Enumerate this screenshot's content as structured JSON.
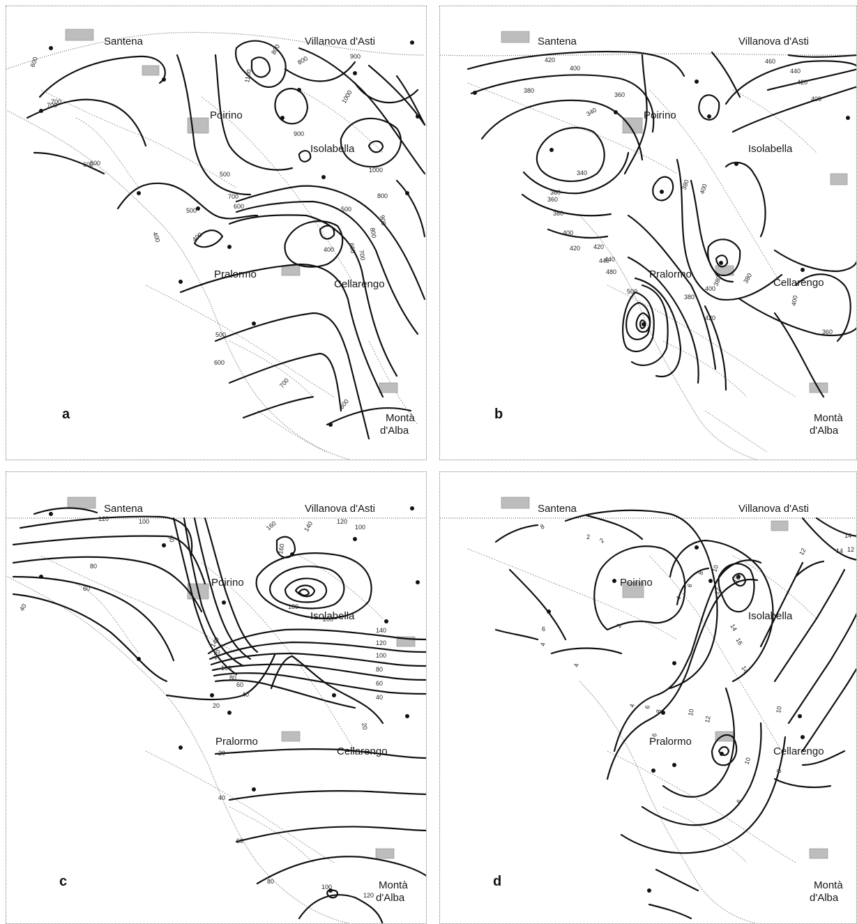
{
  "figure": {
    "panels": [
      {
        "id": "a",
        "letter": "a",
        "places": [
          "Santena",
          "Villanova d'Asti",
          "Poirino",
          "Isolabella",
          "Pralormo",
          "Cellarengo",
          "Montà",
          "d'Alba"
        ],
        "contour_labels": [
          "600",
          "700",
          "600",
          "500",
          "400",
          "400",
          "1100",
          "800",
          "900",
          "1000",
          "900",
          "800",
          "700",
          "600",
          "500",
          "1000",
          "600",
          "700",
          "800",
          "900",
          "500",
          "600",
          "700",
          "800",
          "500",
          "600",
          "700",
          "800",
          "400"
        ]
      },
      {
        "id": "b",
        "letter": "b",
        "places": [
          "Santena",
          "Villanova d'Asti",
          "Poirino",
          "Isolabella",
          "Pralormo",
          "Cellarengo",
          "Montà",
          "d'Alba"
        ],
        "contour_labels": [
          "420",
          "400",
          "380",
          "360",
          "340",
          "360",
          "380",
          "400",
          "420",
          "440",
          "460",
          "440",
          "420",
          "400",
          "340",
          "360",
          "380",
          "400",
          "420",
          "440",
          "480",
          "500",
          "380",
          "360",
          "380",
          "400",
          "420",
          "380",
          "400"
        ]
      },
      {
        "id": "c",
        "letter": "c",
        "places": [
          "Santena",
          "Villanova d'Asti",
          "Poirino",
          "Isolabella",
          "Pralormo",
          "Cellarengo",
          "Montà",
          "d'Alba"
        ],
        "contour_labels": [
          "120",
          "100",
          "80",
          "80",
          "60",
          "40",
          "160",
          "140",
          "120",
          "100",
          "160",
          "180",
          "200",
          "140",
          "120",
          "100",
          "80",
          "60",
          "40",
          "140",
          "120",
          "100",
          "80",
          "60",
          "40",
          "20",
          "20",
          "20",
          "40",
          "60",
          "80",
          "100",
          "120"
        ]
      },
      {
        "id": "d",
        "letter": "d",
        "places": [
          "Santena",
          "Villanova d'Asti",
          "Poirino",
          "Isolabella",
          "Pralormo",
          "Cellarengo",
          "Montà",
          "d'Alba"
        ],
        "contour_labels": [
          "8",
          "6",
          "2",
          "4",
          "2",
          "4",
          "6",
          "8",
          "10",
          "12",
          "14",
          "16",
          "18",
          "14",
          "12",
          "10",
          "8",
          "6",
          "4",
          "6",
          "10",
          "12",
          "14",
          "4",
          "2",
          "14",
          "12",
          "8",
          "6",
          "10"
        ]
      }
    ]
  }
}
